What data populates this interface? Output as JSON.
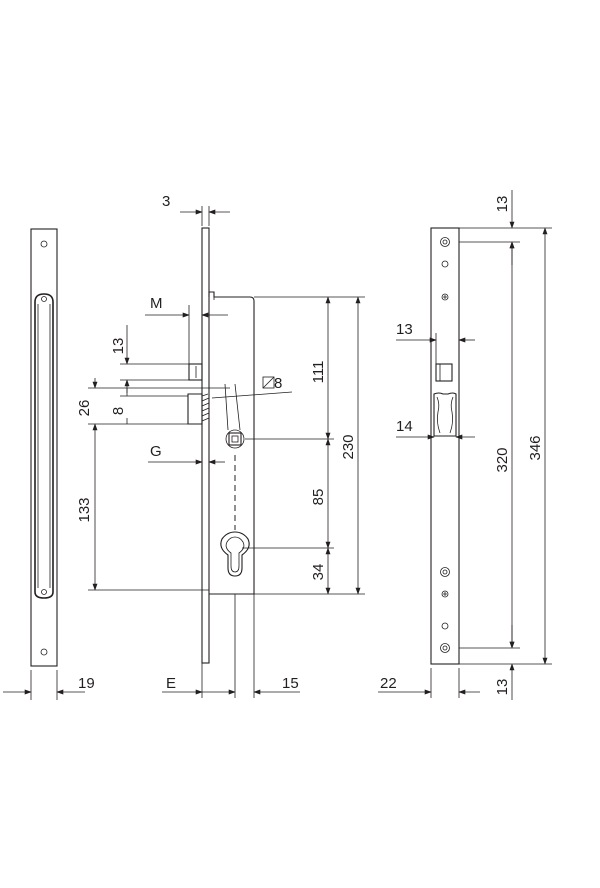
{
  "labels": {
    "dim_3": "3",
    "dim_M": "M",
    "dim_13_left": "13",
    "dim_26": "26",
    "dim_8": "8",
    "dim_G": "G",
    "dim_133": "133",
    "dim_square_8": "8",
    "dim_111": "111",
    "dim_230": "230",
    "dim_85": "85",
    "dim_34": "34",
    "dim_19": "19",
    "dim_E": "E",
    "dim_15": "15",
    "dim_13_strike_top": "13",
    "dim_13_strike_mid": "13",
    "dim_14": "14",
    "dim_320": "320",
    "dim_346": "346",
    "dim_22": "22",
    "dim_13_strike_bottom": "13"
  },
  "colors": {
    "line": "#231f20",
    "background": "#ffffff"
  }
}
